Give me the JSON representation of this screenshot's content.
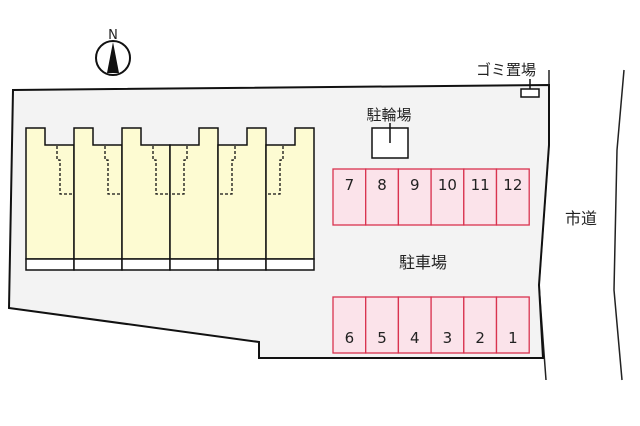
{
  "compass": {
    "label": "N",
    "icon": "north-arrow-icon"
  },
  "labels": {
    "garbage": "ゴミ置場",
    "bicycle_parking": "駐輪場",
    "parking": "駐車場",
    "road": "市道"
  },
  "parking_top": [
    "7",
    "8",
    "9",
    "10",
    "11",
    "12"
  ],
  "parking_bottom": [
    "6",
    "5",
    "4",
    "3",
    "2",
    "1"
  ],
  "building_units": 6,
  "colors": {
    "lot": "#f3f3f3",
    "building": "#fdfbd2",
    "parking_fill": "#fbe3ea",
    "parking_stroke": "#d9334f"
  }
}
